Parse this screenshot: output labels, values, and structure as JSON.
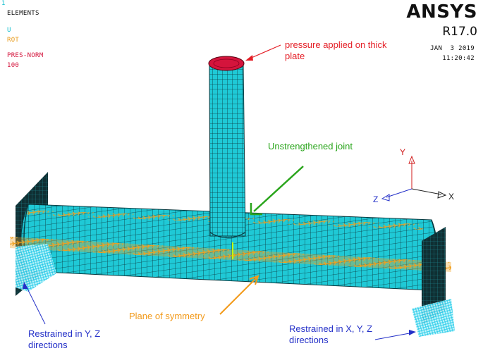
{
  "header": {
    "window_number": "1",
    "plot_type": "ELEMENTS",
    "legend": [
      "U",
      "ROT",
      "PRES-NORM",
      "100"
    ]
  },
  "brand": {
    "name": "ANSYS",
    "version": "R17.0",
    "date": "JAN  3 2019",
    "time": "11:20:42"
  },
  "annotations": {
    "pressure": "pressure applied on thick plate",
    "joint": "Unstrengthened joint",
    "symmetry": "Plane of symmetry",
    "restraint_left": "Restrained in Y, Z directions",
    "restraint_right": "Restrained in X, Y, Z directions"
  },
  "axes": {
    "x": "X",
    "y": "Y",
    "z": "Z"
  },
  "colors": {
    "mesh_fill": "#1fc9d6",
    "mesh_line": "#0a3a40",
    "pressure": "#d4143c",
    "rotation_constraint": "#f0a020",
    "displacement_constraint": "#43d3ee",
    "annotation_red": "#e41e26",
    "annotation_green": "#2aa51c",
    "annotation_orange": "#f29a1a",
    "annotation_blue": "#2430c8"
  }
}
